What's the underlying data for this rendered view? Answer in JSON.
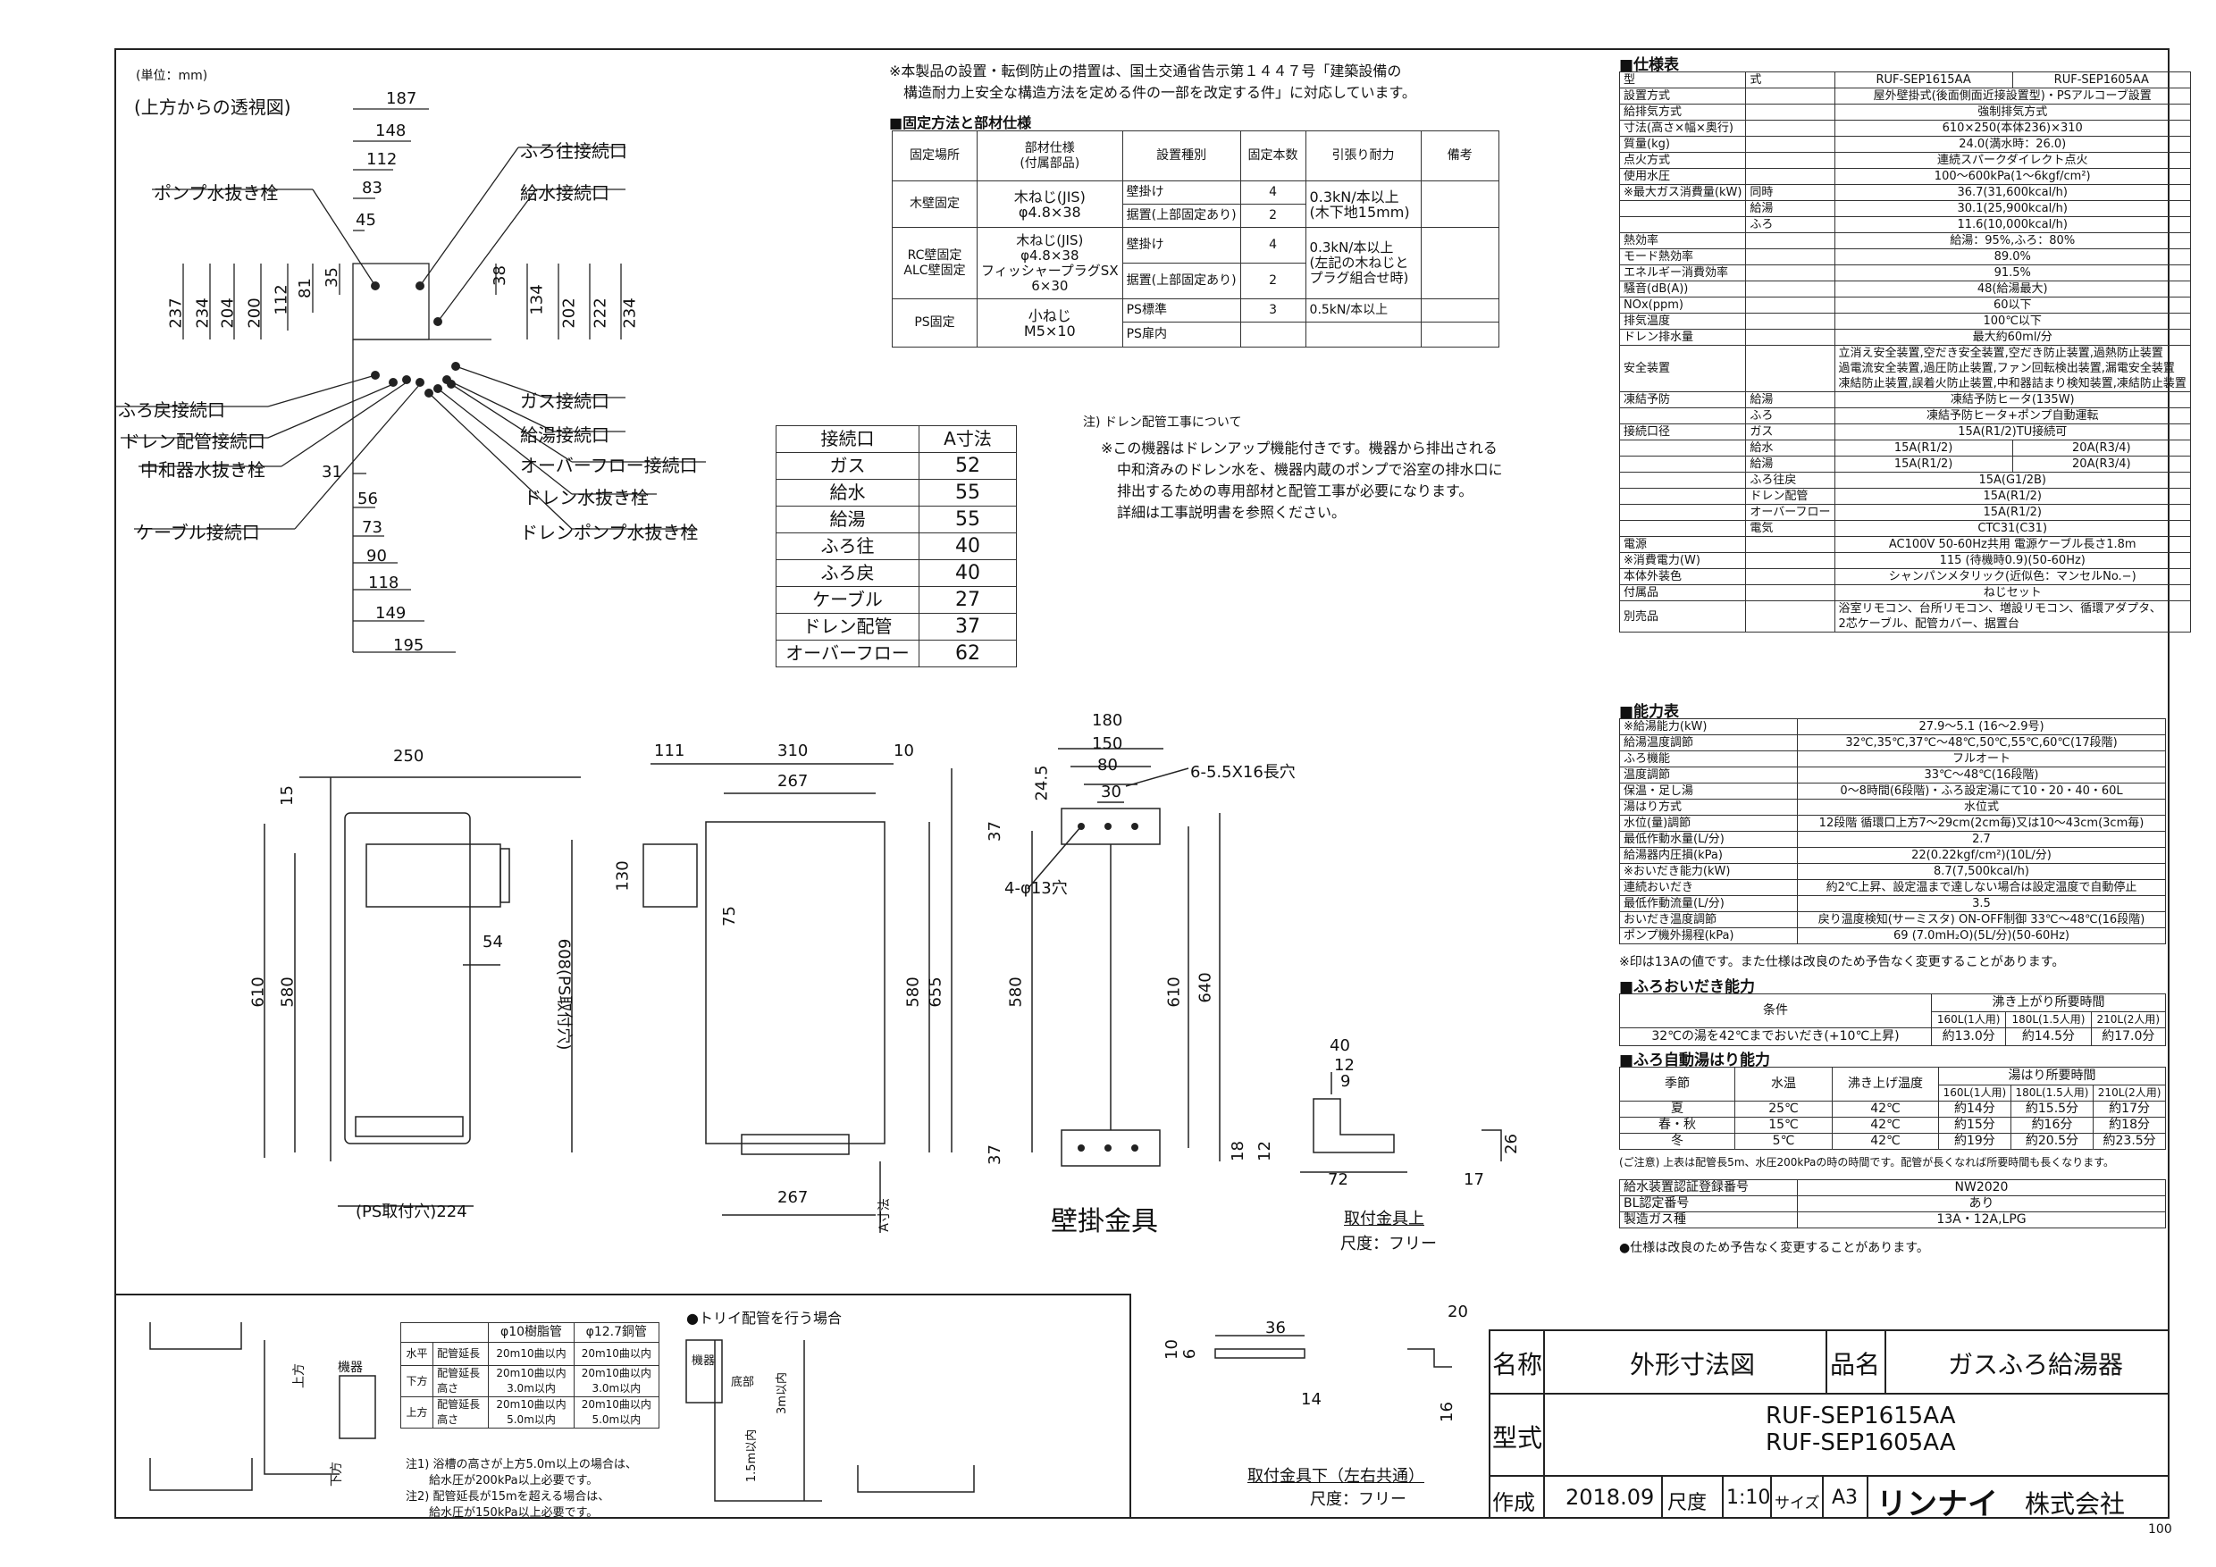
{
  "topview": {
    "unit": "(単位：mm)",
    "title": "(上方からの透視図)",
    "dims_top": [
      "187",
      "148",
      "112",
      "83",
      "45"
    ],
    "dims_left": [
      "237",
      "234",
      "204",
      "200",
      "112",
      "81",
      "35"
    ],
    "dims_right": [
      "38",
      "134",
      "202",
      "222",
      "234"
    ],
    "dims_bottom": [
      "31",
      "56",
      "73",
      "90",
      "118",
      "149",
      "195"
    ],
    "labels_left": [
      "ポンプ水抜き栓",
      "ふろ戻接続口",
      "ドレン配管接続口",
      "中和器水抜き栓",
      "ケーブル接続口"
    ],
    "labels_right": [
      "ふろ往接続口",
      "給水接続口",
      "ガス接続口",
      "給湯接続口",
      "オーバーフロー接続口",
      "ドレン水抜き栓",
      "ドレンポンプ水抜き栓"
    ]
  },
  "notice": {
    "line1": "※本製品の設置・転倒防止の措置は、国土交通省告示第１４４７号「建築設備の",
    "line2": "　構造耐力上安全な構造方法を定める件の一部を改定する件」に対応しています。"
  },
  "fixing": {
    "title": "■固定方法と部材仕様",
    "headers": [
      "固定場所",
      "部材仕様\n(付属部品)",
      "設置種別",
      "固定本数",
      "引張り耐力",
      "備考"
    ],
    "rows": [
      [
        "木壁固定",
        "木ねじ(JIS)\nφ4.8×38",
        "壁掛け",
        "4",
        "0.3kN/本以上\n(木下地15mm)",
        ""
      ],
      [
        "",
        "",
        "据置(上部固定あり)",
        "2",
        "",
        ""
      ],
      [
        "RC壁固定\nALC壁固定",
        "木ねじ(JIS)\nφ4.8×38\nフィッシャープラグSX\n6×30",
        "壁掛け",
        "4",
        "0.3kN/本以上\n(左記の木ねじと\nプラグ組合せ時)",
        ""
      ],
      [
        "",
        "",
        "据置(上部固定あり)",
        "2",
        "",
        ""
      ],
      [
        "PS固定",
        "小ねじ\nM5×10",
        "PS標準",
        "3",
        "0.5kN/本以上",
        ""
      ],
      [
        "",
        "",
        "PS扉内",
        "",
        "",
        ""
      ]
    ]
  },
  "connection": {
    "headers": [
      "接続口",
      "A寸法"
    ],
    "rows": [
      [
        "ガス",
        "52"
      ],
      [
        "給水",
        "55"
      ],
      [
        "給湯",
        "55"
      ],
      [
        "ふろ往",
        "40"
      ],
      [
        "ふろ戻",
        "40"
      ],
      [
        "ケーブル",
        "27"
      ],
      [
        "ドレン配管",
        "37"
      ],
      [
        "オーバーフロー",
        "62"
      ]
    ]
  },
  "drain_note": {
    "title": "注) ドレン配管工事について",
    "lines": [
      "※この機器はドレンアップ機能付きです。機器から排出される",
      "中和済みのドレン水を、機器内蔵のポンプで浴室の排水口に",
      "排出するための専用部材と配管工事が必要になります。",
      "詳細は工事説明書を参照ください。"
    ]
  },
  "spec": {
    "title": "■仕様表",
    "rows": [
      [
        "型",
        "式",
        "RUF-SEP1615AA",
        "RUF-SEP1605AA"
      ],
      [
        "設置方式",
        "",
        "屋外壁掛式(後面側面近接設置型)・PSアルコーブ設置",
        ""
      ],
      [
        "給排気方式",
        "",
        "強制排気方式",
        ""
      ],
      [
        "寸法(高さ×幅×奥行)",
        "",
        "610×250(本体236)×310",
        ""
      ],
      [
        "質量(kg)",
        "",
        "24.0(満水時：26.0)",
        ""
      ],
      [
        "点火方式",
        "",
        "連続スパークダイレクト点火",
        ""
      ],
      [
        "使用水圧",
        "",
        "100〜600kPa(1〜6kgf/cm²)",
        ""
      ],
      [
        "※最大ガス消費量(kW)",
        "同時",
        "36.7(31,600kcal/h)",
        ""
      ],
      [
        "",
        "給湯",
        "30.1(25,900kcal/h)",
        ""
      ],
      [
        "",
        "ふろ",
        "11.6(10,000kcal/h)",
        ""
      ],
      [
        "熱効率",
        "",
        "給湯：95%,ふろ：80%",
        ""
      ],
      [
        "モード熱効率",
        "",
        "89.0%",
        ""
      ],
      [
        "エネルギー消費効率",
        "",
        "91.5%",
        ""
      ],
      [
        "騒音(dB(A))",
        "",
        "48(給湯最大)",
        ""
      ],
      [
        "NOx(ppm)",
        "",
        "60以下",
        ""
      ],
      [
        "排気温度",
        "",
        "100℃以下",
        ""
      ],
      [
        "ドレン排水量",
        "",
        "最大約60ml/分",
        ""
      ],
      [
        "安全装置",
        "",
        "立消え安全装置,空だき安全装置,空だき防止装置,過熱防止装置\n過電流安全装置,過圧防止装置,ファン回転検出装置,漏電安全装置\n凍結防止装置,誤着火防止装置,中和器詰まり検知装置,凍結防止装置",
        ""
      ],
      [
        "凍結予防",
        "給湯",
        "凍結予防ヒータ(135W)",
        ""
      ],
      [
        "",
        "ふろ",
        "凍結予防ヒータ+ポンプ自動運転",
        ""
      ],
      [
        "接続口径",
        "ガス",
        "15A(R1/2)TU接続可",
        ""
      ],
      [
        "",
        "給水",
        "15A(R1/2)",
        "20A(R3/4)"
      ],
      [
        "",
        "給湯",
        "15A(R1/2)",
        "20A(R3/4)"
      ],
      [
        "",
        "ふろ往戻",
        "15A(G1/2B)",
        ""
      ],
      [
        "",
        "ドレン配管",
        "15A(R1/2)",
        ""
      ],
      [
        "",
        "オーバーフロー",
        "15A(R1/2)",
        ""
      ],
      [
        "",
        "電気",
        "CTC31(C31)",
        ""
      ],
      [
        "電源",
        "",
        "AC100V 50-60Hz共用 電源ケーブル長さ1.8m",
        ""
      ],
      [
        "※消費電力(W)",
        "",
        "115 (待機時0.9)(50-60Hz)",
        ""
      ],
      [
        "本体外装色",
        "",
        "シャンパンメタリック(近似色：マンセルNo.−)",
        ""
      ],
      [
        "付属品",
        "",
        "ねじセット",
        ""
      ],
      [
        "別売品",
        "",
        "浴室リモコン、台所リモコン、増設リモコン、循環アダプタ、\n2芯ケーブル、配管カバー、据置台",
        ""
      ]
    ]
  },
  "capacity": {
    "title": "■能力表",
    "rows": [
      [
        "※給湯能力(kW)",
        "27.9〜5.1 (16〜2.9号)"
      ],
      [
        "給湯温度調節",
        "32℃,35℃,37℃〜48℃,50℃,55℃,60℃(17段階)"
      ],
      [
        "ふろ機能",
        "フルオート"
      ],
      [
        "温度調節",
        "33℃〜48℃(16段階)"
      ],
      [
        "保温・足し湯",
        "0〜8時間(6段階)・ふろ設定湯にて10・20・40・60L"
      ],
      [
        "湯はり方式",
        "水位式"
      ],
      [
        "水位(量)調節",
        "12段階 循環口上方7〜29cm(2cm毎)又は10〜43cm(3cm毎)"
      ],
      [
        "最低作動水量(L/分)",
        "2.7"
      ],
      [
        "給湯器内圧損(kPa)",
        "22(0.22kgf/cm²)(10L/分)"
      ],
      [
        "※おいだき能力(kW)",
        "8.7(7,500kcal/h)"
      ],
      [
        "連続おいだき",
        "約2℃上昇、設定温まで達しない場合は設定温度で自動停止"
      ],
      [
        "最低作動流量(L/分)",
        "3.5"
      ],
      [
        "おいだき温度調節",
        "戻り温度検知(サーミスタ) ON-OFF制御 33℃〜48℃(16段階)"
      ],
      [
        "ポンプ機外揚程(kPa)",
        "69 (7.0mH₂O)(5L/分)(50-60Hz)"
      ]
    ],
    "note": "※印は13Aの値です。また仕様は改良のため予告なく変更することがあります。"
  },
  "furo_oidaki": {
    "title": "■ふろおいだき能力",
    "cond_label": "条件",
    "time_label": "沸き上がり所要時間",
    "cols": [
      "160L(1人用)",
      "180L(1.5人用)",
      "210L(2人用)"
    ],
    "row_label": "32℃の湯を42℃までおいだき(+10℃上昇)",
    "values": [
      "約13.0分",
      "約14.5分",
      "約17.0分"
    ]
  },
  "furo_yuhari": {
    "title": "■ふろ自動湯はり能力",
    "headers": [
      "季節",
      "水温",
      "沸き上げ温度",
      "湯はり所要時間"
    ],
    "cols": [
      "160L(1人用)",
      "180L(1.5人用)",
      "210L(2人用)"
    ],
    "rows": [
      [
        "夏",
        "25℃",
        "42℃",
        "約14分",
        "約15.5分",
        "約17分"
      ],
      [
        "春・秋",
        "15℃",
        "42℃",
        "約15分",
        "約16分",
        "約18分"
      ],
      [
        "冬",
        "5℃",
        "42℃",
        "約19分",
        "約20.5分",
        "約23.5分"
      ]
    ],
    "note": "(ご注意) 上表は配管長5m、水圧200kPaの時の時間です。配管が長くなれば所要時間も長くなります。"
  },
  "certs": {
    "rows": [
      [
        "給水装置認証登録番号",
        "NW2020"
      ],
      [
        "BL認定番号",
        "あり"
      ],
      [
        "製造ガス種",
        "13A・12A,LPG"
      ]
    ],
    "note": "●仕様は改良のため予告なく変更することがあります。"
  },
  "views": {
    "front": {
      "w": "250",
      "h1": "610",
      "h2": "580",
      "top": "15",
      "side": "54",
      "ps": "608(PS取付穴)",
      "bottom": "(PS取付穴)224"
    },
    "side": {
      "d": "310",
      "d2": "267",
      "pipe": "111",
      "g": "10",
      "h1": "580",
      "h2": "655",
      "c": "130",
      "e": "75",
      "bottom": "267",
      "a": "A寸法"
    },
    "bracket": {
      "w1": "180",
      "w2": "150",
      "w3": "80",
      "w4": "30",
      "h": "24.5",
      "holes1": "6-5.5X16長穴",
      "holes2": "4-φ13穴",
      "h1": "580",
      "h2": "610",
      "h3": "640",
      "t": "37",
      "b": "37",
      "caption": "壁掛金具"
    },
    "clip_top": {
      "a": "40",
      "b": "12",
      "c": "9",
      "d": "18",
      "e": "12",
      "f": "72",
      "g": "26",
      "h": "17",
      "caption": "取付金具上",
      "scale": "尺度：フリー"
    },
    "clip_bottom": {
      "a": "36",
      "b": "10",
      "c": "6",
      "d": "14",
      "e": "20",
      "f": "16",
      "caption": "取付金具下（左右共通）",
      "scale": "尺度：フリー"
    }
  },
  "install": {
    "header": [
      "",
      "",
      "φ10樹脂管",
      "φ12.7銅管"
    ],
    "rows": [
      [
        "水平",
        "配管延長",
        "20m10曲以内",
        "20m10曲以内"
      ],
      [
        "下方",
        "配管延長\n高さ",
        "20m10曲以内\n3.0m以内",
        "20m10曲以内\n3.0m以内"
      ],
      [
        "上方",
        "配管延長\n高さ",
        "20m10曲以内\n5.0m以内",
        "20m10曲以内\n5.0m以内"
      ]
    ],
    "notes": [
      "注1) 浴槽の高さが上方5.0m以上の場合は、",
      "　　給水圧が200kPa以上必要です。",
      "注2) 配管延長が15mを超える場合は、",
      "　　給水圧が150kPa以上必要です。"
    ],
    "label_up": "上方",
    "label_down": "下方",
    "label_unit": "機器",
    "trap_title": "●トリイ配管を行う場合",
    "trap_unit": "機器",
    "trap_bottom": "底部",
    "trap_h1": "3m以内",
    "trap_h2": "1.5m以内"
  },
  "titleblock": {
    "name_label": "名称",
    "name": "外形寸法図",
    "product_label": "品名",
    "product": "ガスふろ給湯器",
    "model_label": "型式",
    "model1": "RUF-SEP1615AA",
    "model2": "RUF-SEP1605AA",
    "made_label": "作成",
    "date": "2018.09",
    "scale_label": "尺度",
    "scale": "1:10",
    "size_label": "サイズ",
    "size": "A3",
    "company": "リンナイ",
    "company_suffix": "株式会社",
    "page": "100"
  }
}
